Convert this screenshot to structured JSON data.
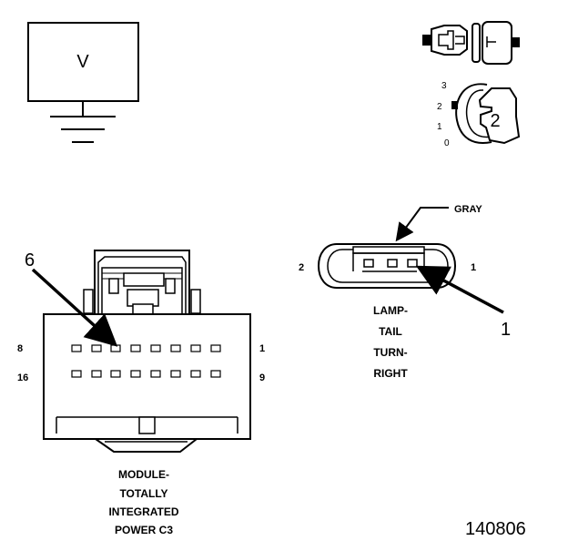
{
  "voltmeter": {
    "symbol": "V"
  },
  "switch_position": {
    "positions": [
      "3",
      "2",
      "1",
      "0"
    ],
    "selected": "2"
  },
  "module_connector": {
    "callout": "6",
    "pin_top_left": "8",
    "pin_top_right": "1",
    "pin_bottom_left": "16",
    "pin_bottom_right": "9",
    "caption": [
      "MODULE-",
      "TOTALLY",
      "INTEGRATED",
      "POWER C3"
    ]
  },
  "lamp_connector": {
    "color_label": "GRAY",
    "pin_left": "2",
    "pin_right": "1",
    "callout": "1",
    "caption": [
      "LAMP-",
      "TAIL",
      "TURN-",
      "RIGHT"
    ]
  },
  "figure_number": "140806"
}
